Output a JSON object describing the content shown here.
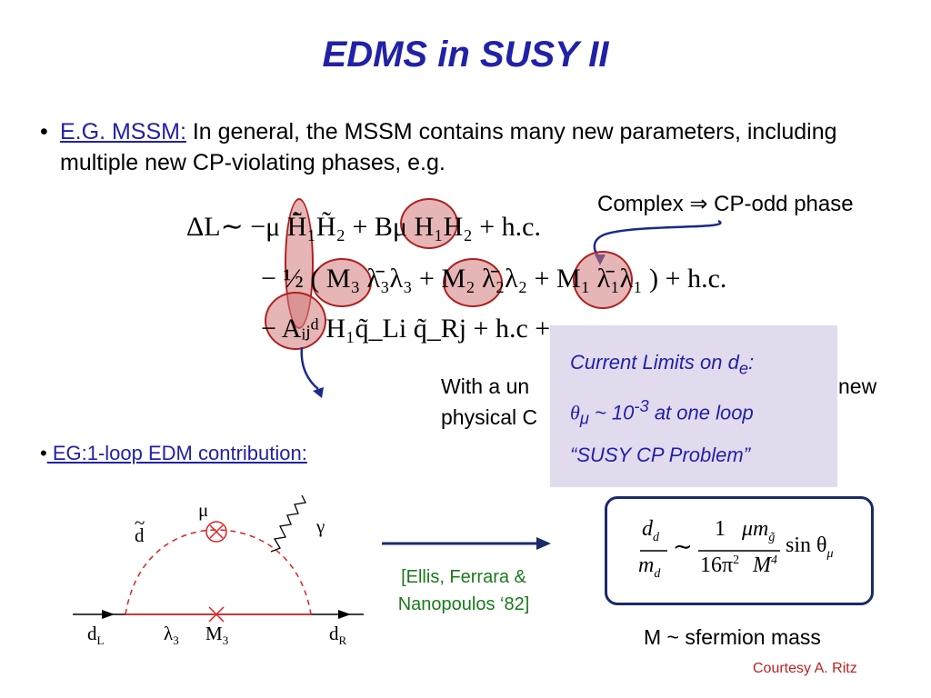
{
  "title": "EDMS in SUSY II",
  "bullet1": {
    "marker": "•",
    "link": "E.G. MSSM:",
    "text": " In general, the MSSM contains many new parameters, including multiple new CP-violating phases, e.g."
  },
  "complex_note": "Complex ⇒ CP-odd phase",
  "equation": {
    "line1": "ΔL∼ −μ H̄̃₁H̃₂ + Bμ H₁H₂ + h.c.",
    "line2": "− ½ ( M₃ λ̄₃λ₃ + M₂ λ̄₂λ₂ + M₁ λ̄₁λ₁ ) + h.c.",
    "line3": "− Aᵢⱼᵈ H₁q̃_Li q̃_Rj + h.c + ⋯"
  },
  "with_text": {
    "line1": "With a un",
    "line1_end": "new",
    "line2": "physical C"
  },
  "limits_box": {
    "line1": "Current Limits on d",
    "line1_sub": "e",
    "line1_end": ":",
    "line2_theta": "θ",
    "line2_sub": "μ",
    "line2_mid": " ~ 10",
    "line2_sup": "-3",
    "line2_end": " at one loop",
    "line3": "“SUSY CP Problem”"
  },
  "bullet2": {
    "marker": "•",
    "link": " EG:1-loop EDM contribution:"
  },
  "diagram": {
    "mu": "μ",
    "d_tilde": "d",
    "gamma": "γ",
    "dL": "d",
    "dL_sub": "L",
    "lambda3": "λ",
    "lambda3_sub": "3",
    "M3": "M",
    "M3_sub": "3",
    "dR": "d",
    "dR_sub": "R"
  },
  "reference": {
    "line1": "[Ellis, Ferrara &",
    "line2": "Nanopoulos ‘82]"
  },
  "formula": {
    "lhs_num": "d",
    "lhs_num_sub": "d",
    "lhs_den": "m",
    "lhs_den_sub": "d",
    "sim": "∼",
    "one": "1",
    "den": "16π",
    "den_sup": "2",
    "mu_m": "μm",
    "mu_m_sub": "g̃",
    "M4": "M",
    "M4_sup": "4",
    "sin": "sin θ",
    "sin_sub": "μ"
  },
  "m_sfermion": "M ~ sfermion mass",
  "courtesy": "Courtesy A. Ritz",
  "colors": {
    "title": "#2121a8",
    "link": "#2121a8",
    "limits_bg": "#e2dbee",
    "oval": "#d27878",
    "reference": "#1a7a1a",
    "courtesy": "#c02020",
    "diagram_red": "#e02020"
  }
}
